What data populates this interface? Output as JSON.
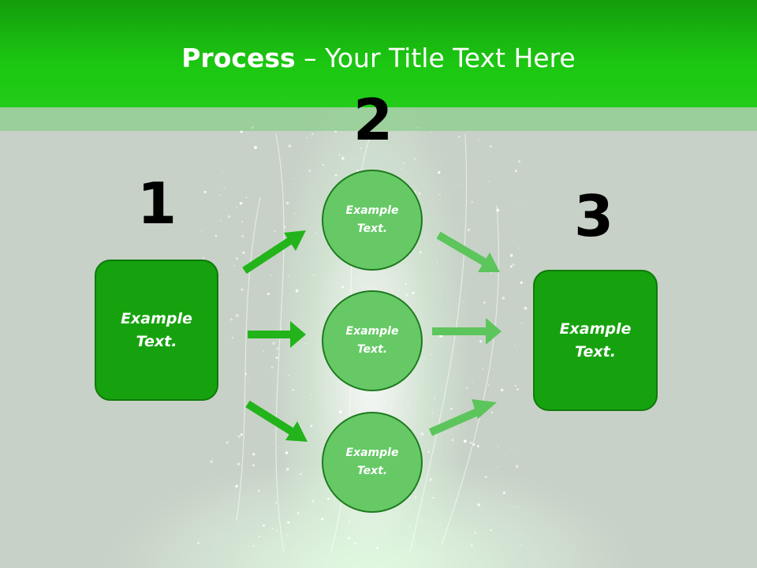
{
  "title": {
    "bold": "Process",
    "rest": " – Your Title Text Here"
  },
  "steps": {
    "one": {
      "number": "1",
      "text": "Example Text."
    },
    "two": {
      "number": "2",
      "items": [
        "Example Text.",
        "Example Text.",
        "Example Text."
      ]
    },
    "three": {
      "number": "3",
      "text": "Example Text."
    }
  },
  "colors": {
    "header": "#1cc712",
    "box": "#16a20e",
    "circle": "#66c966",
    "arrow_left": "#22b41a",
    "arrow_right": "#5cc55c"
  }
}
